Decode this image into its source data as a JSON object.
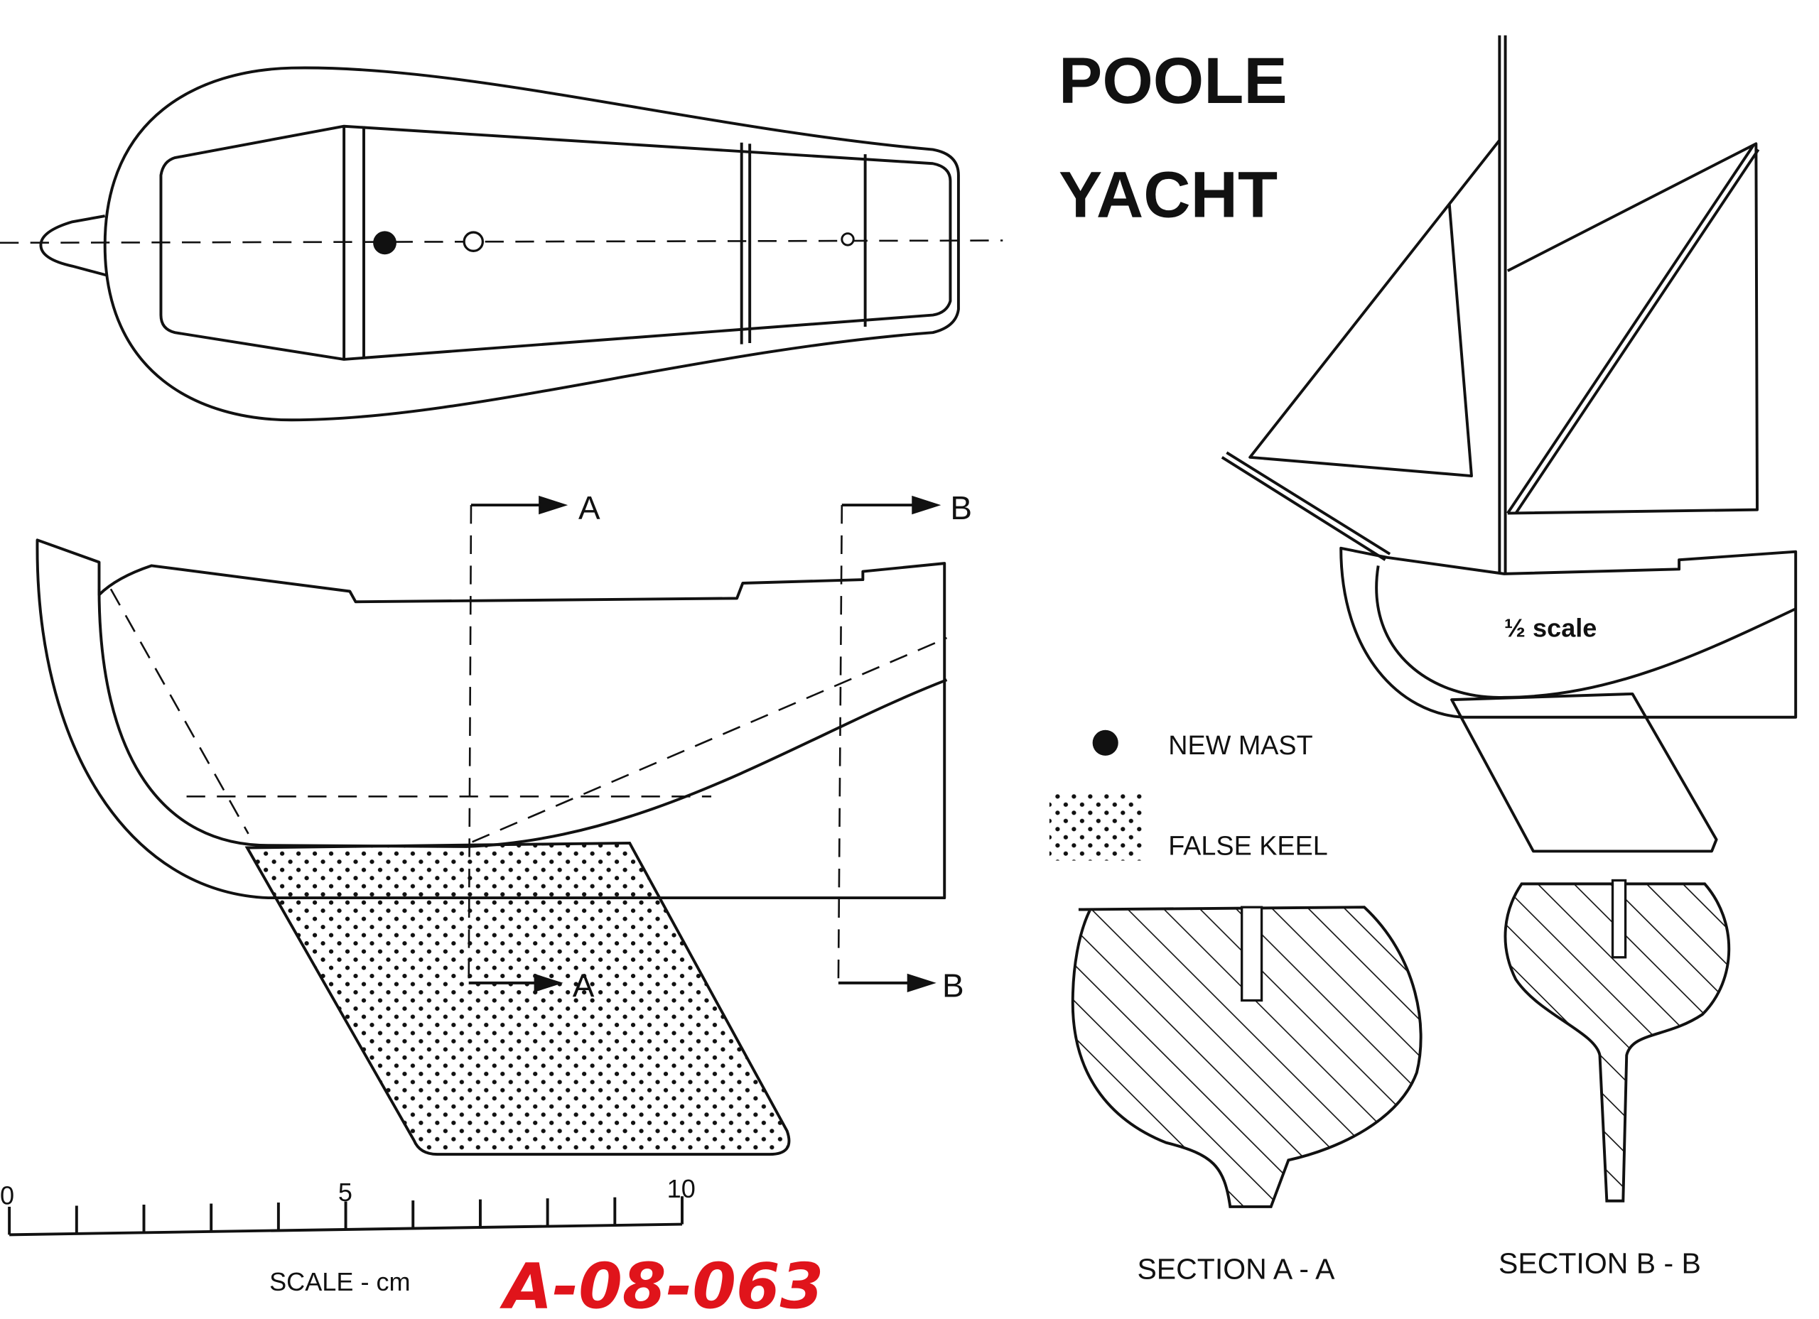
{
  "title": {
    "line1": "POOLE",
    "line2": "YACHT"
  },
  "sail_plan": {
    "scale_note": "½ scale"
  },
  "section_markers": {
    "a": "A",
    "b": "B"
  },
  "legend": {
    "items": [
      {
        "icon": "filled-circle-icon",
        "label": "NEW MAST"
      },
      {
        "icon": "dotted-pattern-icon",
        "label": "FALSE KEEL"
      }
    ]
  },
  "sections": {
    "a_label": "SECTION A - A",
    "b_label": "SECTION B - B"
  },
  "scale_bar": {
    "label": "SCALE - cm",
    "ticks": [
      "0",
      "5",
      "10"
    ],
    "min_cm": 0,
    "max_cm": 10,
    "divisions": 10
  },
  "stamp": {
    "text": "A-08-063",
    "color": "#e0141b"
  }
}
